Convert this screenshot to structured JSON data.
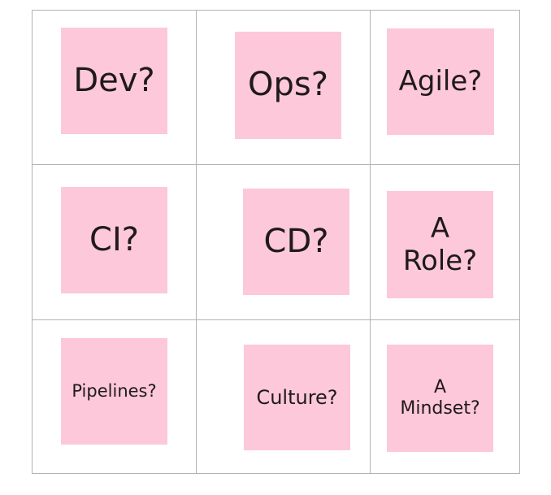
{
  "notes": [
    {
      "label": "Dev?"
    },
    {
      "label": "Ops?"
    },
    {
      "label": "Agile?"
    },
    {
      "label": "CI?"
    },
    {
      "label": "CD?"
    },
    {
      "label": "A\nRole?"
    },
    {
      "label": "Pipelines?"
    },
    {
      "label": "Culture?"
    },
    {
      "label": "A\nMindset?"
    }
  ],
  "colors": {
    "note_fill": "#fdc8d9",
    "grid_line": "#b3b3b3",
    "text": "#1f1a1c"
  }
}
